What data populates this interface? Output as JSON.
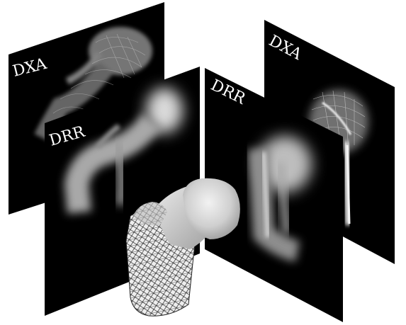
{
  "panels": [
    {
      "id": "left-dxa",
      "label": "DXA"
    },
    {
      "id": "left-drr",
      "label": "DRR"
    },
    {
      "id": "right-drr",
      "label": "DRR"
    },
    {
      "id": "right-dxa",
      "label": "DXA"
    }
  ]
}
